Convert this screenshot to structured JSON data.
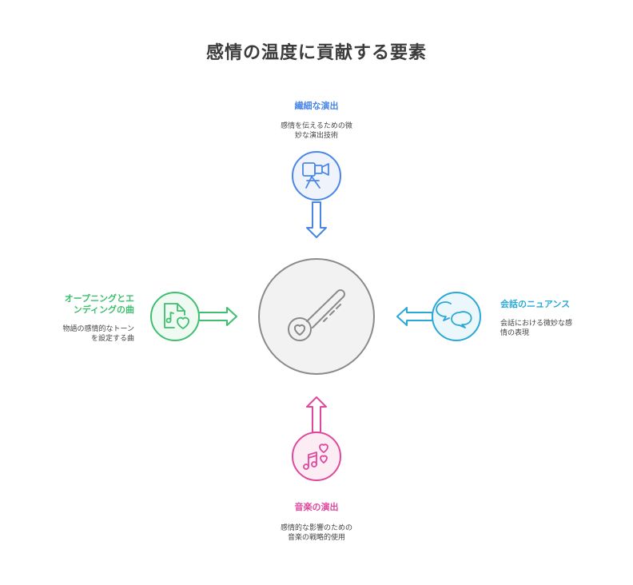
{
  "title": "感情の温度に貢献する要素",
  "nodes": {
    "top": {
      "heading": "繊細な演出",
      "desc_line1": "感情を伝えるための微",
      "desc_line2": "妙な演出技術",
      "color": "#4a86e8",
      "fill": "#eef3fc",
      "icon": "movie-camera-icon"
    },
    "left": {
      "heading_line1": "オープニングとエ",
      "heading_line2": "ンディングの曲",
      "desc_line1": "物語の感情的なトーン",
      "desc_line2": "を設定する曲",
      "color": "#3fbf6f",
      "fill": "#eefaf2",
      "icon": "music-file-heart-icon"
    },
    "right": {
      "heading": "会話のニュアンス",
      "desc_line1": "会話における微妙な感",
      "desc_line2": "情の表現",
      "color": "#2aa9d6",
      "fill": "#ecf7fc",
      "icon": "speech-bubbles-icon"
    },
    "bottom": {
      "heading": "音楽の演出",
      "desc_line1": "感情的な影響のための",
      "desc_line2": "音楽の戦略的使用",
      "color": "#e0489f",
      "fill": "#fcedf5",
      "icon": "music-notes-hearts-icon"
    },
    "center": {
      "icon": "thermometer-heart-icon",
      "color": "#8a8a8a",
      "fill": "#f2f2f2"
    }
  }
}
